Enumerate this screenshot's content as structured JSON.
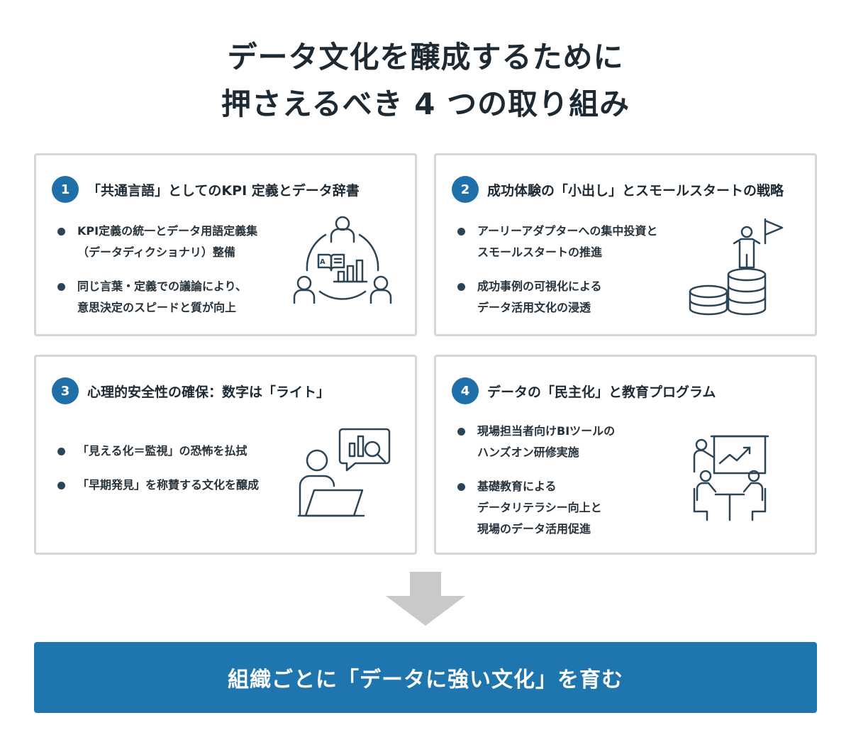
{
  "title": {
    "line1": "データ文化を醸成するために",
    "line2": "押さえるべき 4 つの取り組み"
  },
  "cards": [
    {
      "number": "1",
      "title": "「共通言語」としてのKPI 定義とデータ辞書",
      "bullets": [
        [
          "KPI定義の統一とデータ用語定義集",
          "（データディクショナリ）整備"
        ],
        [
          "同じ言葉・定義での議論により、",
          "意思決定のスピードと質が向上"
        ]
      ],
      "icon": "team-meeting-icon"
    },
    {
      "number": "2",
      "title": "成功体験の「小出し」とスモールスタートの戦略",
      "bullets": [
        [
          "アーリーアダプターへの集中投資と",
          "スモールスタートの推進"
        ],
        [
          "成功事例の可視化による",
          "データ活用文化の浸透"
        ]
      ],
      "icon": "coins-flag-icon"
    },
    {
      "number": "3",
      "title": "心理的安全性の確保：数字は「ライト」",
      "bullets": [
        [
          "「見える化＝監視」の恐怖を払拭"
        ],
        [
          "「早期発見」を称賛する文化を醸成"
        ]
      ],
      "icon": "laptop-analysis-icon"
    },
    {
      "number": "4",
      "title": "データの「民主化」と教育プログラム",
      "bullets": [
        [
          "現場担当者向けBIツールの",
          "ハンズオン研修実施"
        ],
        [
          "基礎教育による",
          "データリテラシー向上と",
          "現場のデータ活用促進"
        ]
      ],
      "icon": "training-presentation-icon"
    }
  ],
  "banner": "組織ごとに「データに強い文化」を育む",
  "colors": {
    "accent": "#1f75ad",
    "badge": "#1f6fa8",
    "border": "#d6d6d6",
    "arrow": "#c9c9c9",
    "icon": "#2c4556"
  }
}
